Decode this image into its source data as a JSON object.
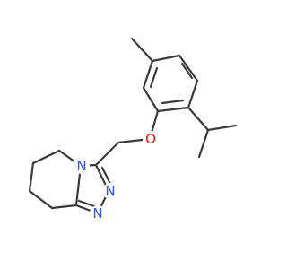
{
  "structure": {
    "atoms": [
      {
        "label": "O",
        "color": "#ff0d0d"
      },
      {
        "label": "N",
        "color": "#3050f8"
      },
      {
        "label": "N",
        "color": "#3050f8"
      },
      {
        "label": "N",
        "color": "#3050f8"
      }
    ]
  }
}
